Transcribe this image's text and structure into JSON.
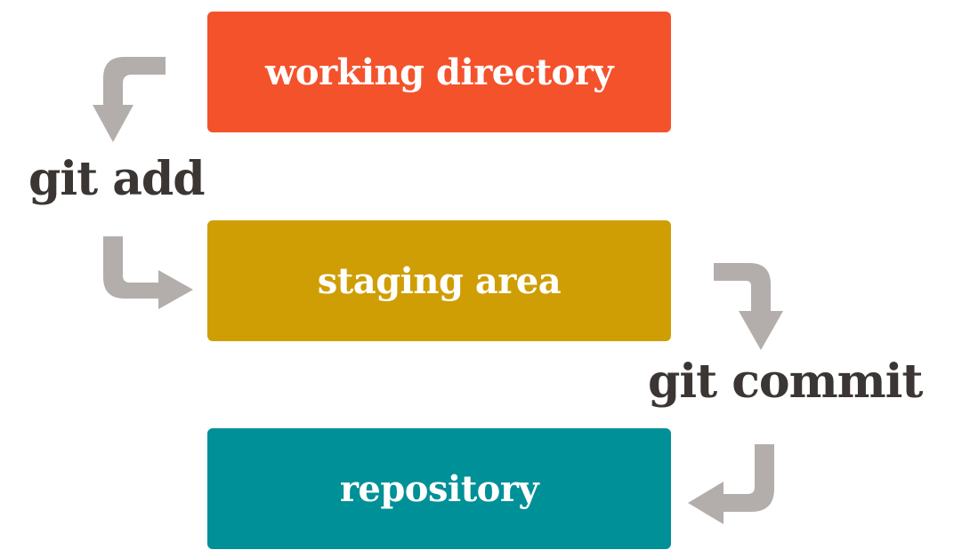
{
  "stages": {
    "working_directory": {
      "label": "working directory",
      "color": "#f4522b"
    },
    "staging_area": {
      "label": "staging area",
      "color": "#cf9e05"
    },
    "repository": {
      "label": "repository",
      "color": "#009097"
    }
  },
  "commands": {
    "add": "git add",
    "commit": "git commit"
  },
  "colors": {
    "arrow": "#b3aeab",
    "command_text": "#3b3633",
    "box_text": "#ffffff"
  }
}
